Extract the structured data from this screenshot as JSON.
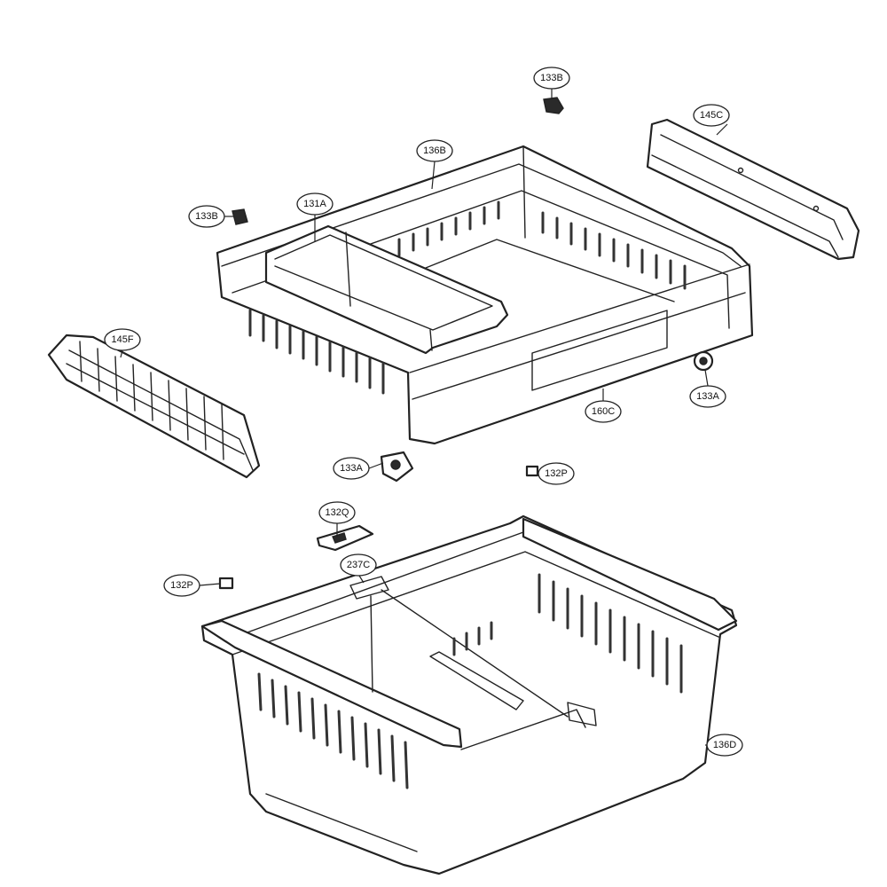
{
  "colors": {
    "line": "#222222",
    "background": "#ffffff"
  },
  "callouts": [
    {
      "id": "c-133b-top",
      "label": "133B"
    },
    {
      "id": "c-145c",
      "label": "145C"
    },
    {
      "id": "c-136b",
      "label": "136B"
    },
    {
      "id": "c-133b-left",
      "label": "133B"
    },
    {
      "id": "c-131a",
      "label": "131A"
    },
    {
      "id": "c-145f",
      "label": "145F"
    },
    {
      "id": "c-133a-right",
      "label": "133A"
    },
    {
      "id": "c-160c",
      "label": "160C"
    },
    {
      "id": "c-133a-mid",
      "label": "133A"
    },
    {
      "id": "c-132p-right",
      "label": "132P"
    },
    {
      "id": "c-132q",
      "label": "132Q"
    },
    {
      "id": "c-237c",
      "label": "237C"
    },
    {
      "id": "c-132p-left",
      "label": "132P"
    },
    {
      "id": "c-136d",
      "label": "136D"
    }
  ]
}
